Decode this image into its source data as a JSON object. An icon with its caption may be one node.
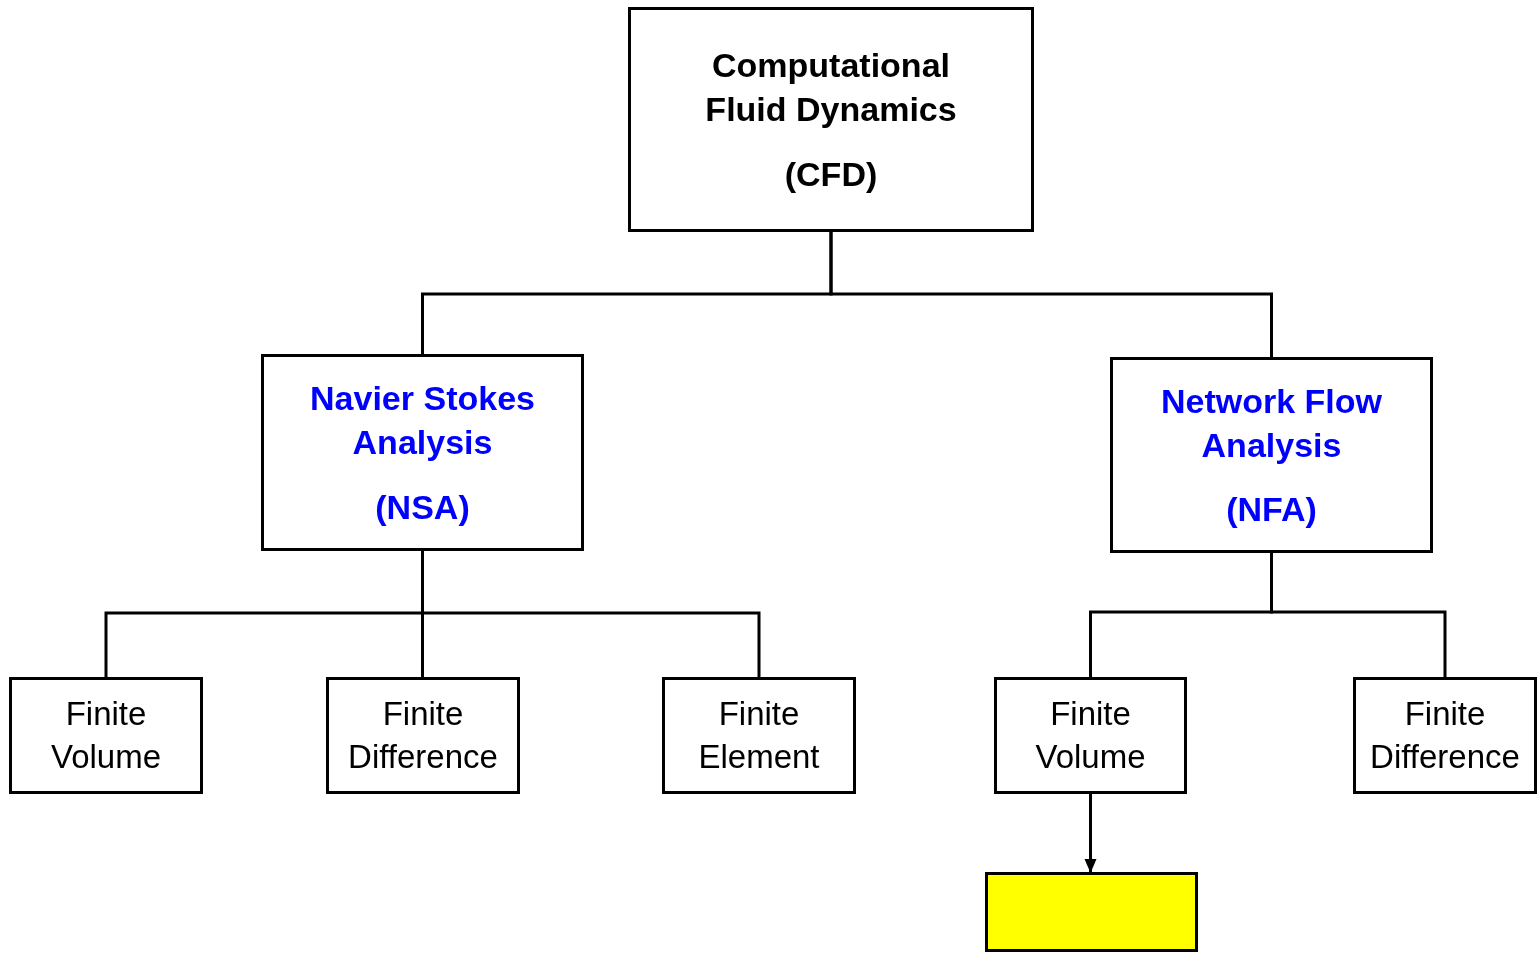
{
  "diagram": {
    "nodes": [
      {
        "text": [
          "Computational Fluid Dynamics",
          "(CFD)"
        ]
      },
      {
        "text": [
          "Navier Stokes Analysis",
          "(NSA)"
        ]
      },
      {
        "text": [
          "Network Flow Analysis",
          "(NFA)"
        ]
      },
      {
        "text": [
          "Finite Volume"
        ]
      },
      {
        "text": [
          "Finite Difference"
        ]
      },
      {
        "text": [
          "Finite Element"
        ]
      },
      {
        "text": [
          "Finite Volume"
        ]
      },
      {
        "text": [
          "Finite Difference"
        ]
      },
      {
        "text": [],
        "shape": "box"
      }
    ],
    "edges": [
      {
        "from": 0,
        "to": 1,
        "arrow": "none"
      },
      {
        "from": 0,
        "to": 2,
        "arrow": "none"
      },
      {
        "from": 1,
        "to": 3,
        "arrow": "none"
      },
      {
        "from": 1,
        "to": 4,
        "arrow": "none"
      },
      {
        "from": 1,
        "to": 5,
        "arrow": "none"
      },
      {
        "from": 2,
        "to": 6,
        "arrow": "none"
      },
      {
        "from": 2,
        "to": 7,
        "arrow": "none"
      },
      {
        "from": 6,
        "to": 8,
        "arrow": "to"
      }
    ]
  }
}
